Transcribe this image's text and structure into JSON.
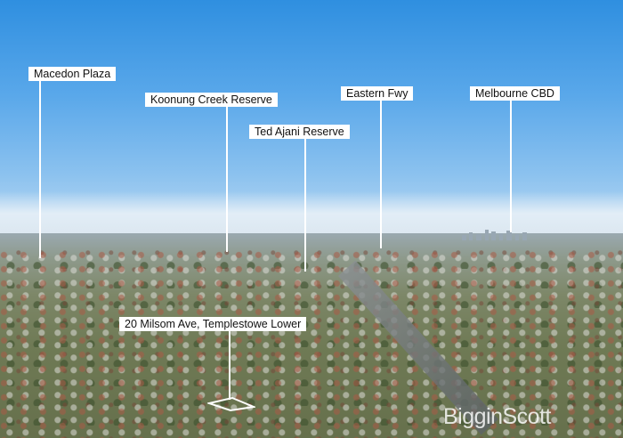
{
  "labels": {
    "macedon_plaza": "Macedon Plaza",
    "koonung_creek_reserve": "Koonung Creek Reserve",
    "ted_ajani_reserve": "Ted Ajani Reserve",
    "eastern_fwy": "Eastern Fwy",
    "melbourne_cbd": "Melbourne CBD",
    "property": "20 Milsom Ave, Templestowe Lower"
  },
  "watermark": "BigginScott",
  "colors": {
    "label_bg": "#ffffff",
    "label_text": "#111111",
    "sky_top": "#2f8fe0"
  }
}
